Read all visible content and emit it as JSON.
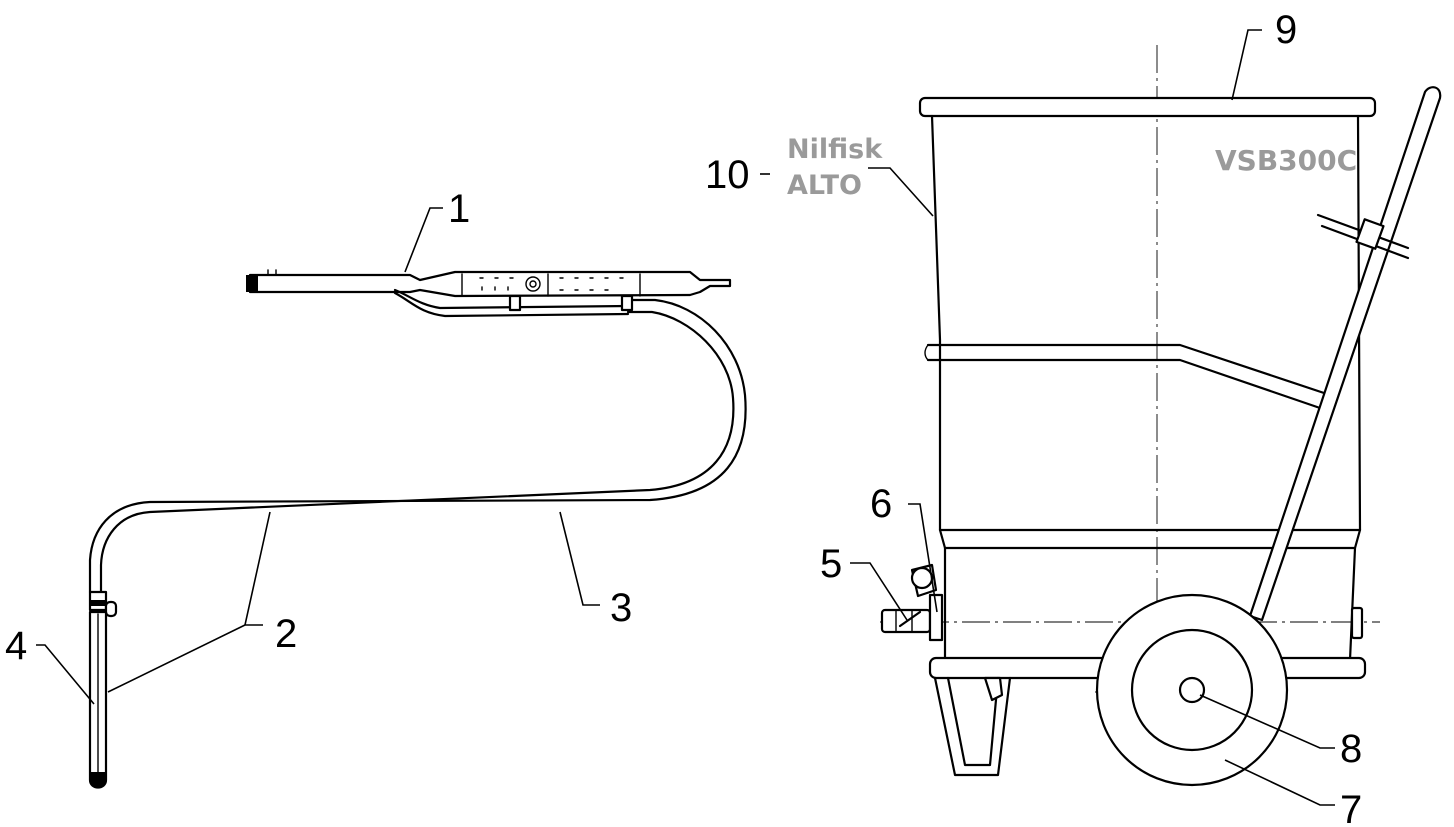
{
  "callouts": {
    "c1": "1",
    "c2": "2",
    "c3": "3",
    "c4": "4",
    "c5": "5",
    "c6": "6",
    "c7": "7",
    "c8": "8",
    "c9": "9",
    "c10": "10"
  },
  "brand": {
    "line1": "Nilfisk",
    "line2": "ALTO",
    "model": "VSB300C"
  },
  "colors": {
    "ink": "#000000",
    "brand_grey": "#9a9a9a",
    "background": "#ffffff"
  }
}
